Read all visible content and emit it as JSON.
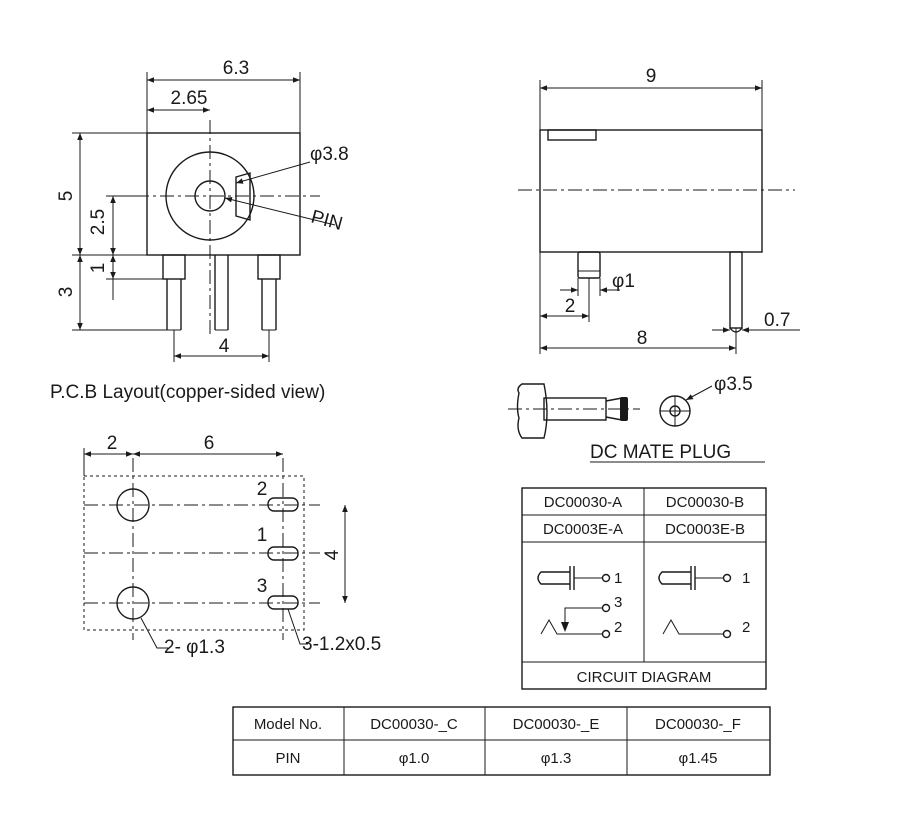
{
  "front_view": {
    "dim_width": "6.3",
    "dim_center_x": "2.65",
    "dim_hole_dia": "φ3.8",
    "dim_height": "5",
    "dim_center_y": "2.5",
    "dim_pin_offset": "1",
    "dim_pin_length": "3",
    "dim_pin_span": "4",
    "pin_label": "PIN"
  },
  "side_view": {
    "dim_length": "9",
    "dim_pin_pos": "2",
    "dim_pin_dia": "φ1",
    "dim_rear_pin": "8",
    "dim_rear_pin_dia": "0.7"
  },
  "mate_plug": {
    "dim_dia": "φ3.5",
    "title": "DC MATE PLUG"
  },
  "pcb_layout": {
    "title": "P.C.B Layout(copper-sided view)",
    "dim_left": "2",
    "dim_right": "6",
    "dim_height": "4",
    "pad_2": "2",
    "pad_1": "1",
    "pad_3": "3",
    "hole_note": "2- φ1.3",
    "slot_note": "3-1.2x0.5"
  },
  "circuit": {
    "model_a1": "DC00030-A",
    "model_b1": "DC00030-B",
    "model_a2": "DC0003E-A",
    "model_b2": "DC0003E-B",
    "a_pin1": "1",
    "a_pin3": "3",
    "a_pin2": "2",
    "b_pin1": "1",
    "b_pin2": "2",
    "caption": "CIRCUIT DIAGRAM"
  },
  "pin_table": {
    "headers": [
      "Model No.",
      "DC00030-_C",
      "DC00030-_E",
      "DC00030-_F"
    ],
    "row_label": "PIN",
    "values": [
      "φ1.0",
      "φ1.3",
      "φ1.45"
    ]
  }
}
